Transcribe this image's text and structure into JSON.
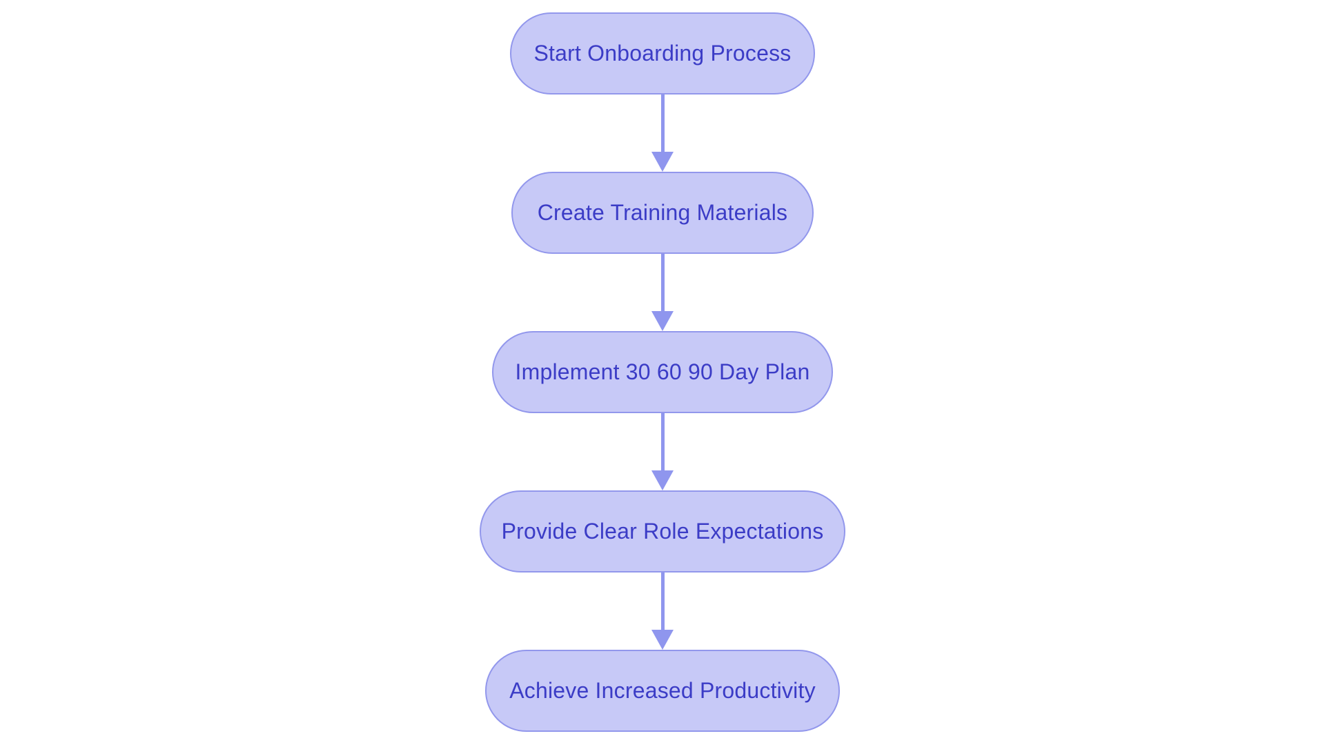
{
  "flowchart": {
    "type": "vertical-flowchart",
    "direction": "top-down",
    "nodes": [
      {
        "label": "Start Onboarding Process"
      },
      {
        "label": "Create Training Materials"
      },
      {
        "label": "Implement 30 60 90 Day Plan"
      },
      {
        "label": "Provide Clear Role Expectations"
      },
      {
        "label": "Achieve Increased Productivity"
      }
    ],
    "edges": [
      {
        "from": 0,
        "to": 1
      },
      {
        "from": 1,
        "to": 2
      },
      {
        "from": 2,
        "to": 3
      },
      {
        "from": 3,
        "to": 4
      }
    ],
    "colors": {
      "node_fill": "#c7c9f7",
      "node_border": "#9297ec",
      "node_text": "#3b3cc6",
      "arrow": "#8f96ee",
      "background": "#ffffff"
    }
  }
}
